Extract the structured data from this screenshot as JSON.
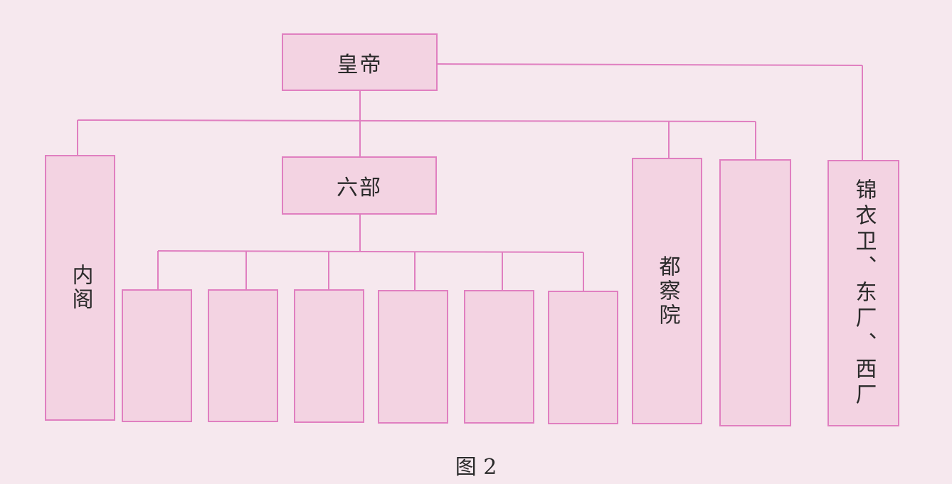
{
  "diagram": {
    "emperor": "皇帝",
    "cabinet": "内阁",
    "six_ministries": "六部",
    "censorate": "都察院",
    "secret_police": "锦衣卫、东厂、西厂",
    "blank_boxes": [
      "",
      "",
      "",
      "",
      "",
      "",
      ""
    ]
  },
  "caption": "图 2",
  "colors": {
    "line": "#e07fc0",
    "box_fill": "#f3d3e2",
    "background": "#f6e8ee"
  }
}
